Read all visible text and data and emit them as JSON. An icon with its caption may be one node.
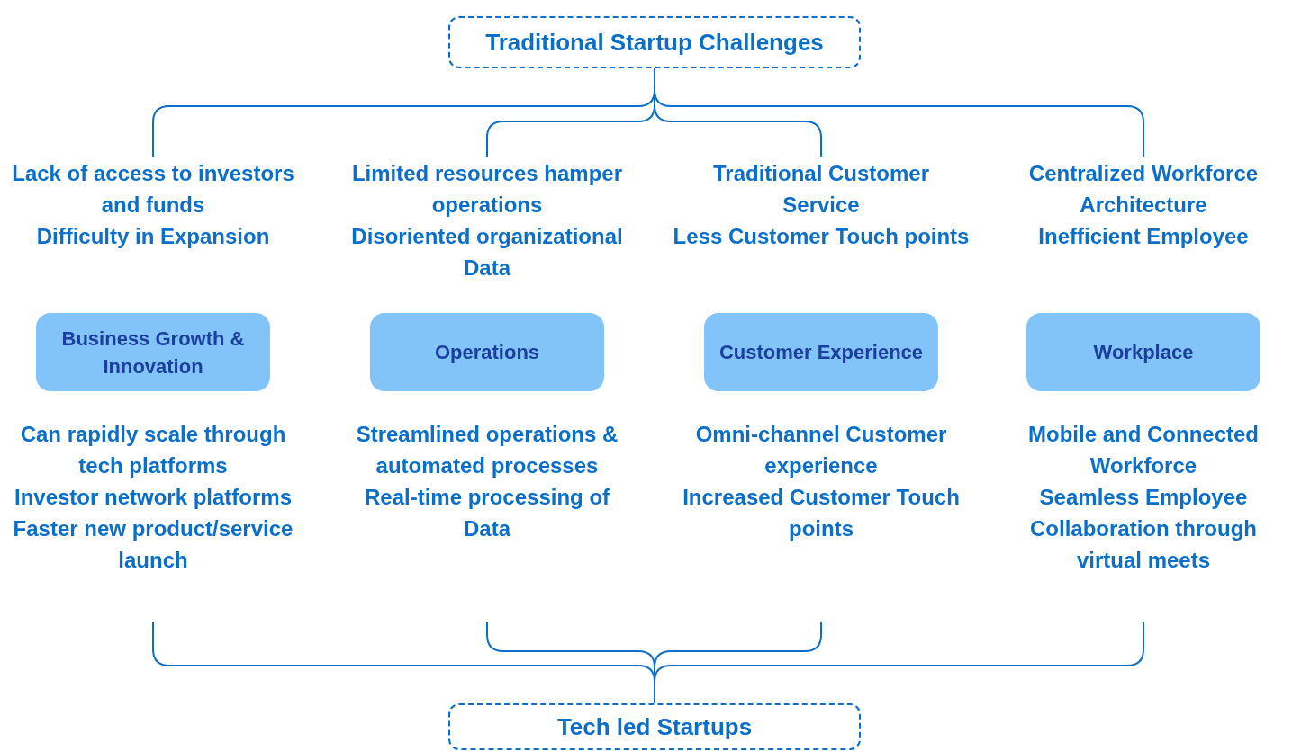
{
  "diagram": {
    "nodes": [
      {
        "text": [
          "Traditional Startup Challenges"
        ]
      },
      {
        "text": [
          "Lack of access to investors and funds",
          "Difficulty in Expansion"
        ]
      },
      {
        "text": [
          "Limited resources hamper operations",
          "Disoriented organizational Data"
        ]
      },
      {
        "text": [
          "Traditional Customer Service",
          "Less Customer Touch points"
        ]
      },
      {
        "text": [
          "Centralized Workforce Architecture",
          "Inefficient Employee"
        ]
      },
      {
        "text": [
          "Business Growth & Innovation"
        ]
      },
      {
        "text": [
          "Operations"
        ]
      },
      {
        "text": [
          "Customer Experience"
        ]
      },
      {
        "text": [
          "Workplace"
        ]
      },
      {
        "text": [
          "Can rapidly scale through tech platforms",
          "Investor network platforms",
          "Faster new product/service launch"
        ]
      },
      {
        "text": [
          "Streamlined operations & automated processes",
          "Real-time processing of Data"
        ]
      },
      {
        "text": [
          "Omni-channel Customer experience",
          "Increased Customer Touch points"
        ]
      },
      {
        "text": [
          "Mobile and Connected Workforce",
          "Seamless Employee Collaboration through virtual meets"
        ]
      },
      {
        "text": [
          "Tech led Startups"
        ]
      }
    ],
    "edges": [
      {
        "from": 0,
        "to": 1,
        "arrow": "none"
      },
      {
        "from": 0,
        "to": 2,
        "arrow": "none"
      },
      {
        "from": 0,
        "to": 3,
        "arrow": "none"
      },
      {
        "from": 0,
        "to": 4,
        "arrow": "none"
      },
      {
        "from": 9,
        "to": 13,
        "arrow": "none"
      },
      {
        "from": 10,
        "to": 13,
        "arrow": "none"
      },
      {
        "from": 11,
        "to": 13,
        "arrow": "none"
      },
      {
        "from": 12,
        "to": 13,
        "arrow": "none"
      }
    ]
  }
}
